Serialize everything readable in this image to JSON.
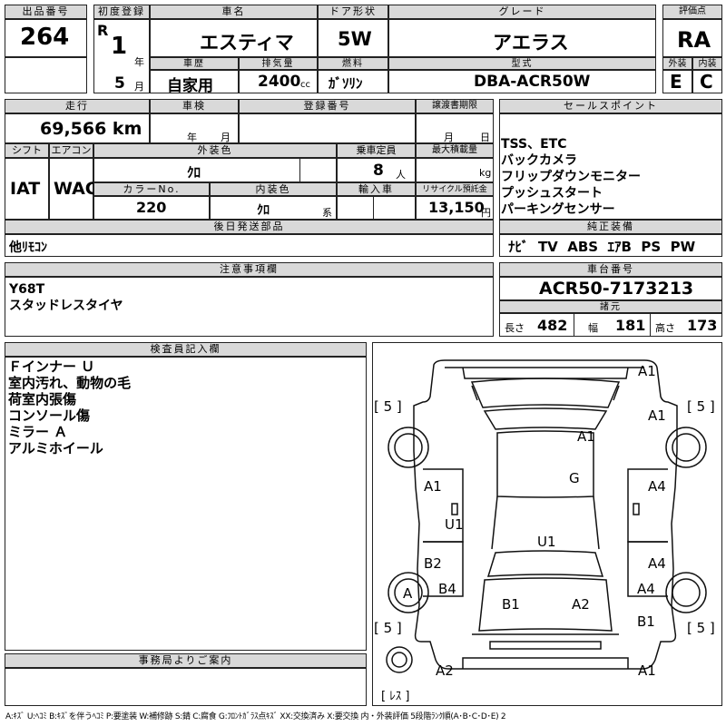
{
  "header": {
    "lot_label": "出品番号",
    "lot_no": "264",
    "first_reg_label": "初度登録",
    "era": "R",
    "year": "1",
    "year_unit": "年",
    "month": "5",
    "month_unit": "月",
    "name_label": "車名",
    "name": "エスティマ",
    "door_label": "ドア形状",
    "door": "5W",
    "grade_label": "グレード",
    "grade": "アエラス",
    "score_label": "評価点",
    "score": "RA",
    "history_label": "車歴",
    "history": "自家用",
    "disp_label": "排気量",
    "disp": "2400",
    "disp_unit": "cc",
    "fuel_label": "燃料",
    "fuel": "ｶﾞｿﾘﾝ",
    "model_label": "型式",
    "model": "DBA-ACR50W",
    "ext_label": "外装",
    "ext_grade": "E",
    "int_label": "内装",
    "int_grade": "C"
  },
  "row2": {
    "mileage_label": "走行",
    "mileage": "69,566 km",
    "inspection_label": "車検",
    "insp_year": "年",
    "insp_month": "月",
    "reg_label": "登録番号",
    "transfer_label": "譲渡書期限",
    "tr_month": "月",
    "tr_day": "日",
    "shift_label": "シフト",
    "shift": "IAT",
    "ac_label": "エアコン",
    "ac": "WAC",
    "color_label": "外装色",
    "color": "ｸﾛ",
    "capacity_label": "乗車定員",
    "capacity": "8",
    "capacity_unit": "人",
    "load_label": "最大積載量",
    "load_unit": "kg",
    "color_no_label": "カラーNo.",
    "color_no": "220",
    "int_color_label": "内装色",
    "int_color": "ｸﾛ",
    "int_color_unit": "系",
    "import_label": "輸入車",
    "recycle_label": "リサイクル預託金",
    "recycle": "13,150",
    "recycle_unit": "円",
    "later_label": "後日発送部品",
    "later": "他ﾘﾓｺﾝ"
  },
  "sales": {
    "label": "セールスポイント",
    "text": "TSS、ETC\nバックカメラ\nフリップダウンモニター\nプッシュスタート\nパーキングセンサー"
  },
  "equip": {
    "label": "純正装備",
    "text": "ﾅﾋﾞ  TV  ABS  ｴｱB  PS  PW"
  },
  "notes": {
    "label": "注意事項欄",
    "text": "Y68T\nスタッドレスタイヤ"
  },
  "chassis": {
    "label": "車台番号",
    "number": "ACR50-7173213",
    "dims_label": "諸元",
    "len_label": "長さ",
    "len": "482",
    "wid_label": "幅",
    "wid": "181",
    "hei_label": "高さ",
    "hei": "173"
  },
  "inspector": {
    "label": "検査員記入欄",
    "text": "Ｆインナー Ｕ\n室内汚れ、動物の毛\n荷室内張傷\nコンソール傷\nミラー Ａ\nアルミホイール"
  },
  "office": {
    "label": "事務局よりご案内"
  },
  "diagram": {
    "marks": [
      "A1",
      "A1",
      "A1",
      "G",
      "A1",
      "A4",
      "U1",
      "U1",
      "B2",
      "A4",
      "A",
      "B4",
      "A4",
      "B1",
      "A2",
      "B1",
      "A2",
      "A1"
    ],
    "tire_left_top": "[ 5 ]",
    "tire_right_top": "[ 5 ]",
    "tire_left_bottom": "[ 5 ]",
    "tire_right_bottom": "[ 5 ]",
    "spare": "[ ﾚｽ ]"
  },
  "legend": "A:ｷｽﾞ U:ﾍｺﾐ B:ｷｽﾞを伴うﾍｺﾐ P:要塗装 W:補修跡 S:錆 C:腐食 G:ﾌﾛﾝﾄｶﾞﾗｽ点ｷｽﾞ XX:交換済み X:要交換 内・外装評価 5段階ﾗﾝｸ順(A･B･C･D･E) 2"
}
